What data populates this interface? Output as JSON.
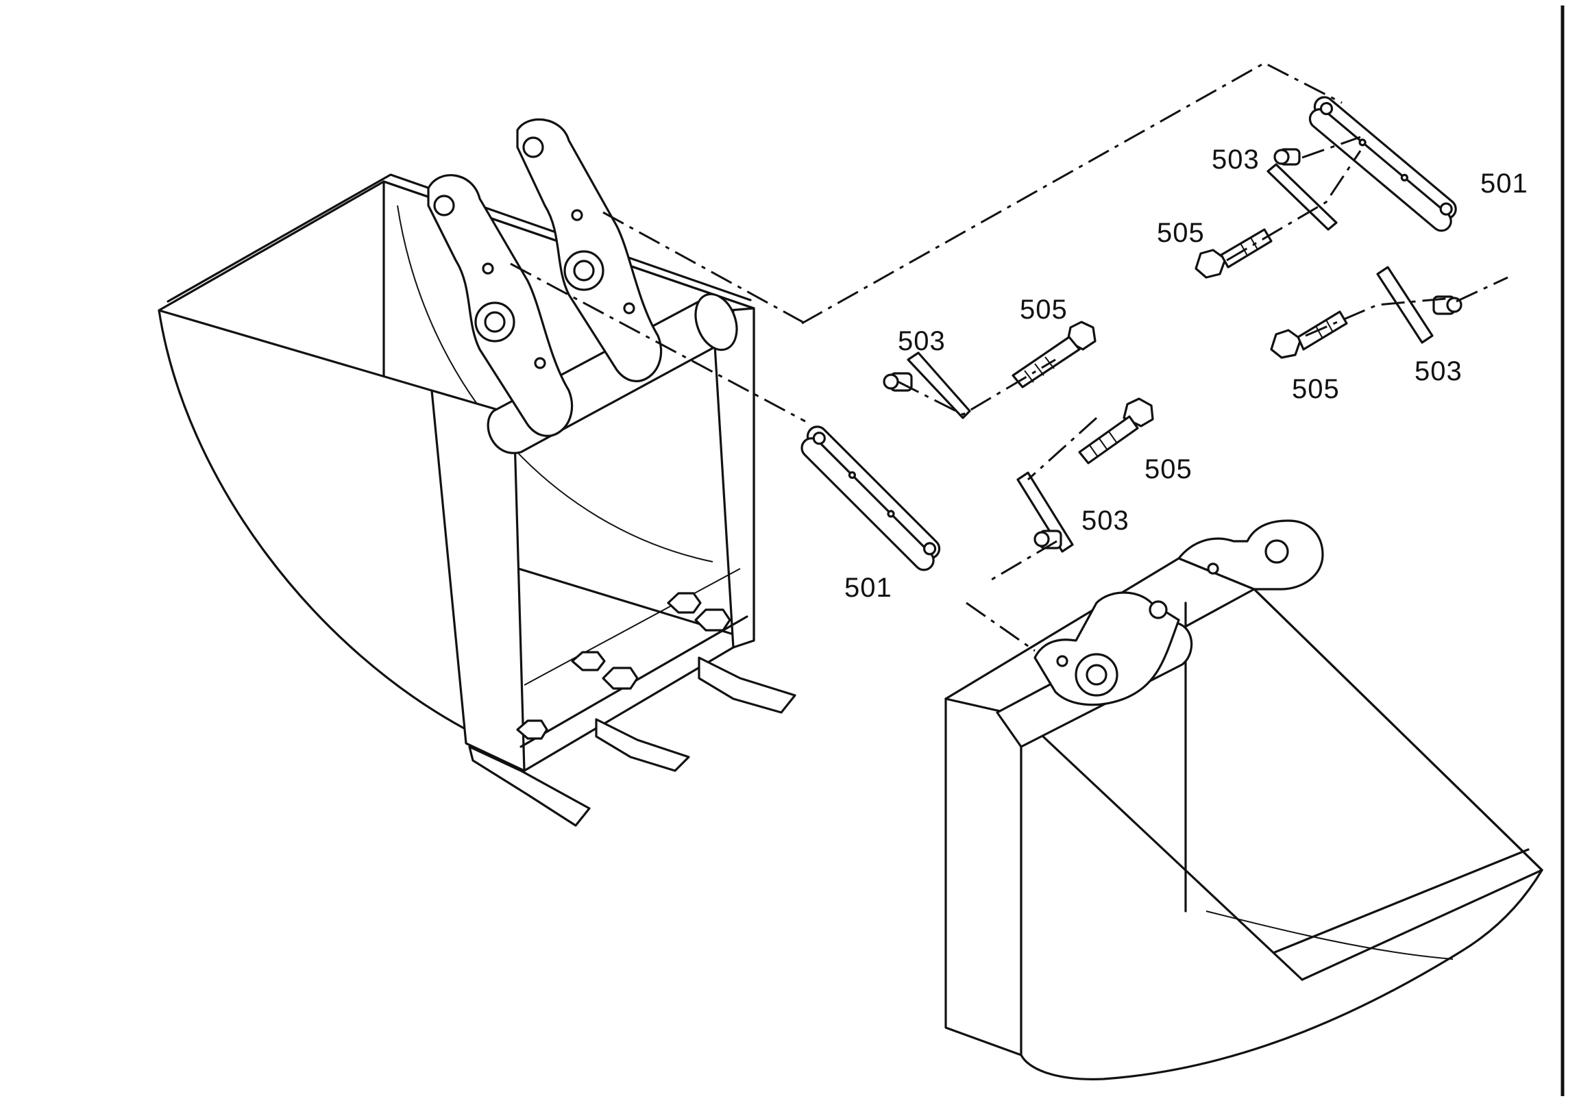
{
  "parts": {
    "link_upper_right": "501",
    "link_lower_left": "501",
    "pin_upper_left": "503",
    "pin_upper_right": "503",
    "pin_middle": "503",
    "pin_lower_right": "503",
    "bolt_upper_left": "505",
    "bolt_upper_right": "505",
    "bolt_middle": "505",
    "bolt_lower_right": "505"
  }
}
